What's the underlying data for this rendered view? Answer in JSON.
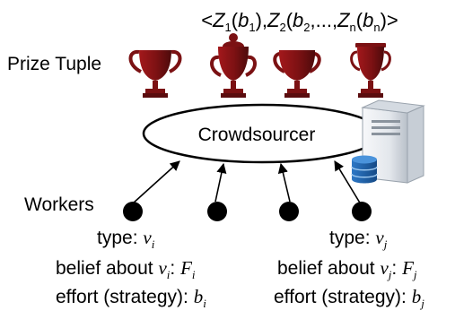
{
  "prize": {
    "label": "Prize Tuple",
    "tuple": {
      "open": "<",
      "z1": "Z",
      "sub1": "1",
      "b1": "b",
      "bsub1": "1",
      "z2": "Z",
      "sub2": "2",
      "b2": "b",
      "bsub2": "2",
      "ellipsis": ",...,",
      "zn": "Z",
      "subn": "n",
      "bn": "b",
      "bsubn": "n",
      "close": ">"
    },
    "trophy_color": "#7b1113",
    "trophy_count": 4
  },
  "crowdsourcer": {
    "label": "Crowdsourcer"
  },
  "workers": {
    "label": "Workers",
    "count": 4,
    "left_worker": {
      "type_label": "type:",
      "type_var": "v",
      "type_sub": "i",
      "belief_label": "belief about",
      "belief_var": "v",
      "belief_var_sub": "i",
      "belief_func": "F",
      "belief_func_sub": "i",
      "effort_label": "effort (strategy):",
      "effort_var": "b",
      "effort_sub": "i"
    },
    "right_worker": {
      "type_label": "type:",
      "type_var": "v",
      "type_sub": "j",
      "belief_label": "belief about",
      "belief_var": "v",
      "belief_var_sub": "j",
      "belief_func": "F",
      "belief_func_sub": "j",
      "effort_label": "effort (strategy):",
      "effort_var": "b",
      "effort_sub": "j"
    }
  },
  "colors": {
    "trophy": "#7b1113",
    "server_body": "#e9edf2",
    "database": "#1e5fa8"
  }
}
